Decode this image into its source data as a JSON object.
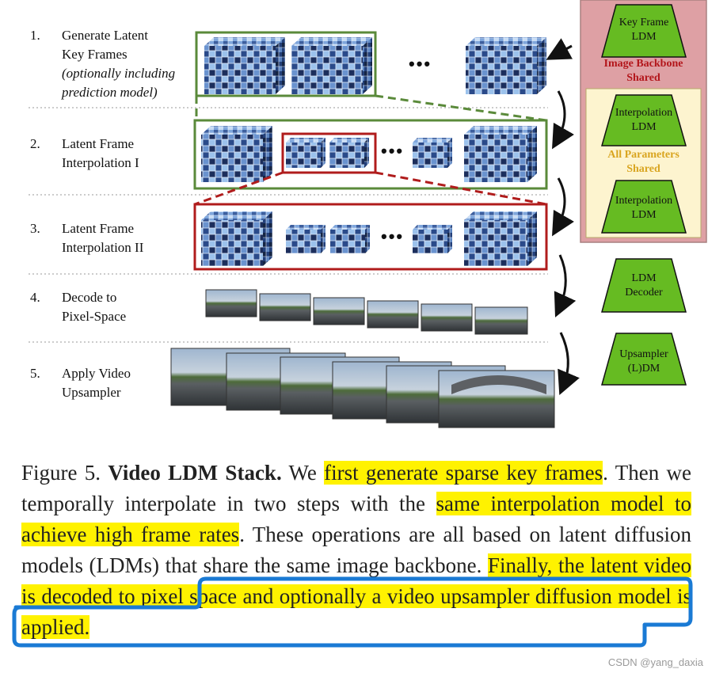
{
  "steps": [
    {
      "num": "1.",
      "line1": "Generate Latent",
      "line2": "Key Frames",
      "note1": "(optionally including",
      "note2": "prediction model)"
    },
    {
      "num": "2.",
      "line1": "Latent Frame",
      "line2": "Interpolation I"
    },
    {
      "num": "3.",
      "line1": "Latent Frame",
      "line2": "Interpolation II"
    },
    {
      "num": "4.",
      "line1": "Decode to",
      "line2": "Pixel-Space"
    },
    {
      "num": "5.",
      "line1": "Apply Video",
      "line2": "Upsampler"
    }
  ],
  "models": {
    "keyframe": {
      "line1": "Key Frame",
      "line2": "LDM"
    },
    "backbone": {
      "line1": "Image Backbone",
      "line2": "Shared"
    },
    "interp1": {
      "line1": "Interpolation",
      "line2": "LDM"
    },
    "params": {
      "line1": "All Parameters",
      "line2": "Shared"
    },
    "interp2": {
      "line1": "Interpolation",
      "line2": "LDM"
    },
    "decoder": {
      "line1": "LDM",
      "line2": "Decoder"
    },
    "upsampler": {
      "line1": "Upsampler",
      "line2": "(L)DM"
    }
  },
  "ellipsis": "•••",
  "caption": {
    "label": "Figure 5. ",
    "bold": "Video LDM Stack.",
    "t1": " We ",
    "h1": "first generate sparse key frames",
    "t2": ". Then we temporally interpolate in two steps with the ",
    "h2": "same interpolation model to achieve high frame rates",
    "t3": ". These operations are all based on latent diffusion models (LDMs) that share the same image backbone. ",
    "h3": "Finally, the latent video is decoded to pixel space and optionally a video upsampler diffusion model is applied."
  },
  "watermark": "CSDN @yang_daxia",
  "colors": {
    "green_fill": "#66bb22",
    "green_frame": "#5a8a3a",
    "red_frame": "#b01c1c",
    "pink_panel": "#dea0a4",
    "cream_panel": "#fdf4cf",
    "highlight": "#fff200",
    "blue_box": "#1a7ad4",
    "cube_dark": "#1c2e5c",
    "cube_light": "#a9c9ec"
  }
}
